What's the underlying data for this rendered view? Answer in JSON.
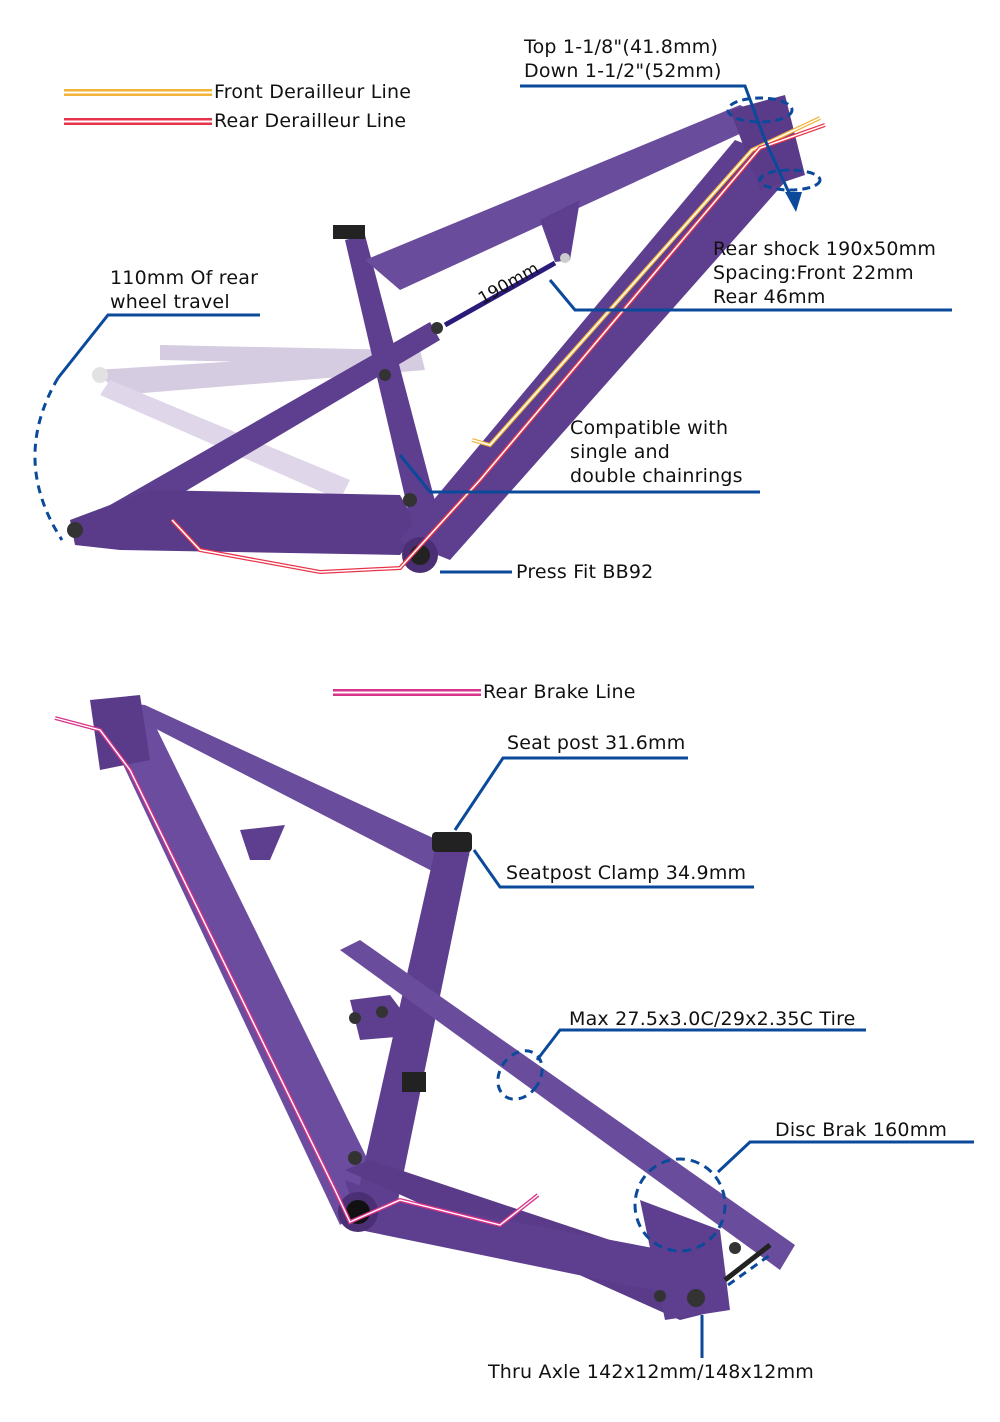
{
  "colors": {
    "frame": "#5e3f8f",
    "frame_light": "#b3a3c9",
    "callout": "#0b4a9a",
    "front_derailleur": "#f2b33a",
    "rear_derailleur": "#e8344a",
    "rear_brake": "#d8338a"
  },
  "legend_top": {
    "front_derailleur": "Front Derailleur Line",
    "rear_derailleur": "Rear Derailleur Line"
  },
  "legend_bottom": {
    "rear_brake": "Rear Brake Line"
  },
  "top_frame": {
    "headset_line1": "Top 1-1/8\"(41.8mm)",
    "headset_line2": "Down 1-1/2\"(52mm)",
    "shock_line1": "Rear shock 190x50mm",
    "shock_line2": "Spacing:Front 22mm",
    "shock_line3": "Rear 46mm",
    "shock_length": "190mm",
    "travel_line1": "110mm Of rear",
    "travel_line2": "wheel travel",
    "chainring_line1": "Compatible with",
    "chainring_line2": "single and",
    "chainring_line3": "double chainrings",
    "bb": "Press Fit BB92"
  },
  "bottom_frame": {
    "seatpost": "Seat post 31.6mm",
    "clamp": "Seatpost Clamp 34.9mm",
    "tire": "Max 27.5x3.0C/29x2.35C Tire",
    "brake": "Disc Brak 160mm",
    "axle": "Thru Axle 142x12mm/148x12mm"
  }
}
